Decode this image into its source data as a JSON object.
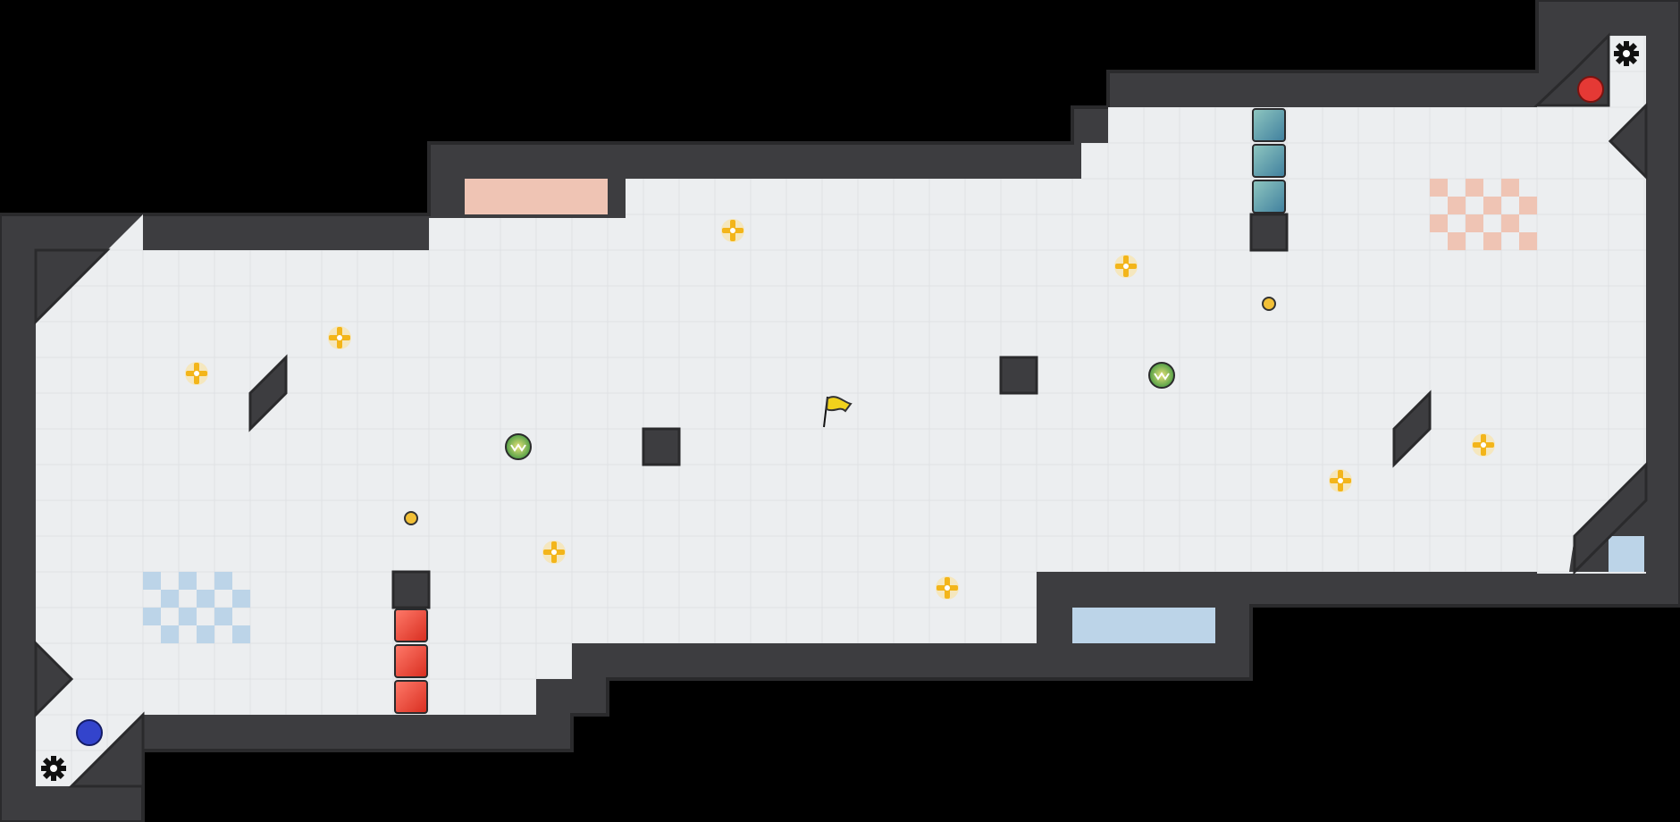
{
  "game": {
    "type": "capture-the-flag arena",
    "colors": {
      "background": "#000000",
      "wall": "#3d3d40",
      "wall_edge": "#2a2a2c",
      "floor": "#eceef0",
      "grid_line": "#dfe1e4",
      "red_team": "#e53935",
      "blue_team": "#3344cc",
      "red_zone": "#efc4b4",
      "blue_zone": "#bcd4e8",
      "boost": "#f3b51a",
      "flag": "#f1d21c",
      "teleporter": "#5fa38e"
    },
    "players": [
      {
        "team": "red",
        "name": ""
      },
      {
        "team": "blue",
        "name": ""
      }
    ],
    "flag": {
      "state": "neutral",
      "icon": "yellow-flag-icon"
    },
    "spawns": [
      {
        "team": "red",
        "icon": "gear-icon"
      },
      {
        "team": "blue",
        "icon": "gear-icon"
      }
    ],
    "powerups": {
      "count": 2,
      "icon": "green-powerup-icon"
    },
    "boosts": {
      "count": 10,
      "icon": "boost-icon"
    },
    "bombs": {
      "count": 2,
      "icon": "bomb-icon"
    },
    "red_gates": {
      "count": 3,
      "icon": "red-gate-tile"
    },
    "teal_gates": {
      "count": 3,
      "icon": "teal-gate-tile"
    }
  }
}
